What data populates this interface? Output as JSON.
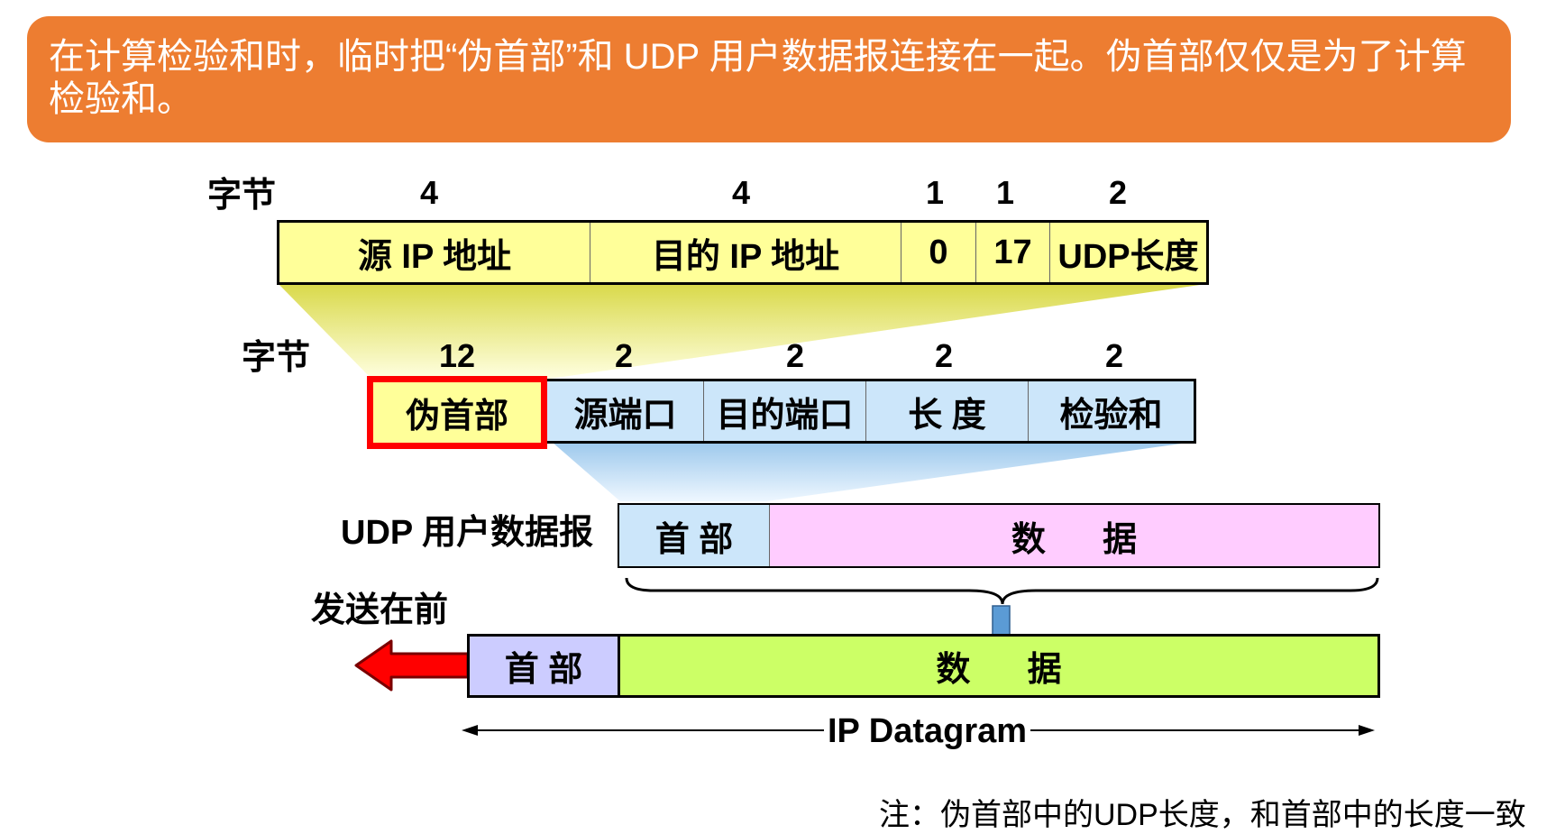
{
  "banner": {
    "text": "在计算检验和时，临时把“伪首部”和 UDP 用户数据报连接在一起。伪首部仅仅是为了计算检验和。"
  },
  "pseudo_header": {
    "bytes_label": "字节",
    "sizes": [
      "4",
      "4",
      "1",
      "1",
      "2"
    ],
    "fields": [
      "源 IP 地址",
      "目的 IP 地址",
      "0",
      "17",
      "UDP长度"
    ]
  },
  "udp_header": {
    "bytes_label": "字节",
    "sizes": [
      "12",
      "2",
      "2",
      "2",
      "2"
    ],
    "fields": [
      "伪首部",
      "源端口",
      "目的端口",
      "长 度",
      "检验和"
    ]
  },
  "udp_datagram": {
    "label": "UDP 用户数据报",
    "header": "首 部",
    "data": "数      据"
  },
  "ip_datagram": {
    "send_first_label": "发送在前",
    "header": "首 部",
    "data": "数      据",
    "label": "IP Datagram"
  },
  "note": "注：伪首部中的UDP长度，和首部中的长度一致",
  "colors": {
    "banner": "#ed7d31",
    "pseudo_header_fill": "#ffff99",
    "udp_header_fill": "#cce6fa",
    "udp_data_fill": "#ffccff",
    "ip_header_fill": "#ccccff",
    "ip_data_fill": "#ccff66",
    "highlight": "#ff0000",
    "arrow_red": "#ff0000",
    "arrow_blue": "#5b9bd5"
  },
  "icons": {
    "send_arrow": "left-arrow-icon",
    "down_arrow": "down-arrow-icon"
  }
}
